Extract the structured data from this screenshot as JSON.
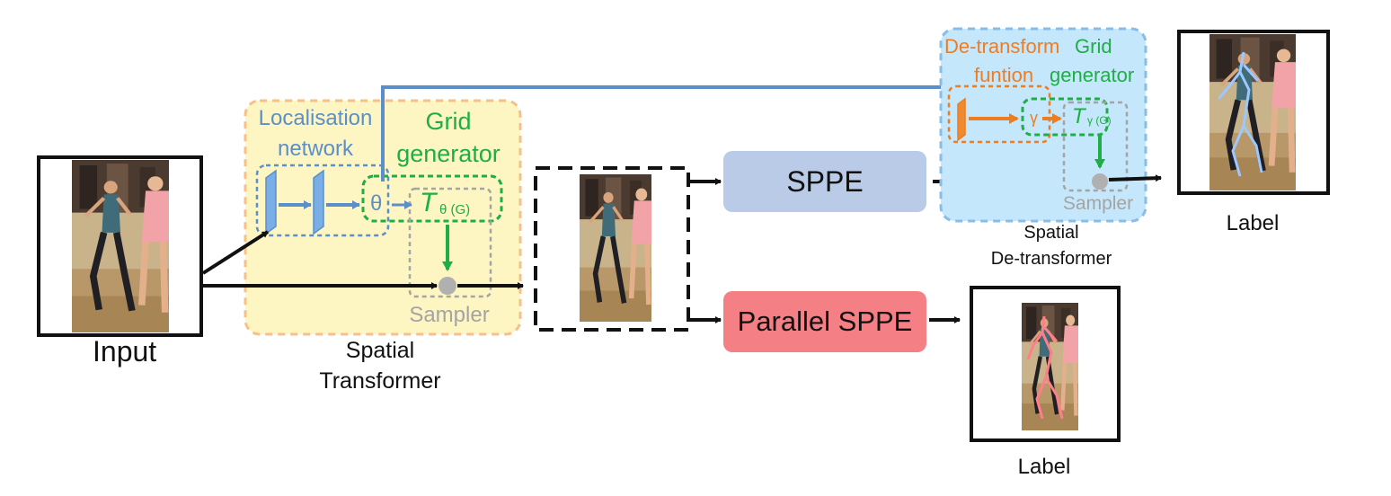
{
  "input_label": "Input",
  "spatial_transformer": {
    "localisation": [
      "Localisation",
      "network"
    ],
    "grid_generator": [
      "Grid",
      "generator"
    ],
    "theta": "θ",
    "t_main": "T",
    "t_sub": "θ (G)",
    "sampler": "Sampler",
    "caption": [
      "Spatial",
      "Transformer"
    ]
  },
  "sppe_label": "SPPE",
  "parallel_sppe_label": "Parallel SPPE",
  "spatial_detransformer": {
    "detransform": [
      "De-transform",
      "funtion"
    ],
    "grid_generator": [
      "Grid",
      "generator"
    ],
    "gamma": "γ",
    "t_main": "T",
    "t_sub": "γ (G)",
    "sampler": "Sampler",
    "caption": [
      "Spatial",
      "De-transformer"
    ]
  },
  "label_top": "Label",
  "label_bottom": "Label",
  "colors": {
    "st_fill": "#fdf6c3",
    "st_border": "#f6c08a",
    "sdt_fill": "#c5e7fb",
    "sdt_border": "#88bde8",
    "loc_blue": "#5b8fc9",
    "grid_green": "#1fae45",
    "orange": "#ee7d22",
    "sppe_fill": "#b9cbe6",
    "parallel_fill": "#f47f84",
    "pose_blue": "#9cc8ff",
    "pose_pink": "#ff7f88"
  }
}
